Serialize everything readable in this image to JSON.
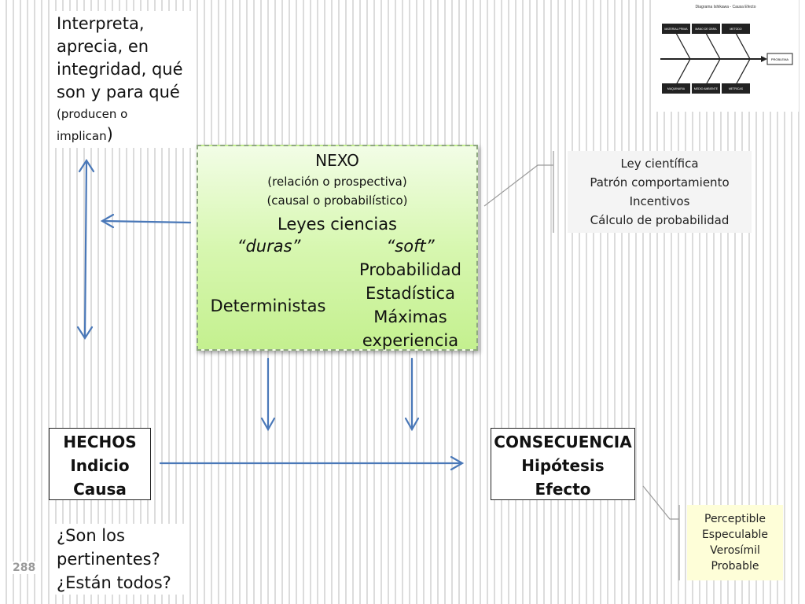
{
  "left_note": {
    "lines": [
      "Interpreta,",
      "aprecia, en",
      "integridad, qué",
      "son y para qué"
    ],
    "small_line1": "(producen o",
    "small_line2": "implican",
    "close_paren": ")"
  },
  "nexo": {
    "title": "NEXO",
    "sub1": "(relación o prospectiva)",
    "sub2": "(causal o probabilístico)",
    "laws": "Leyes ciencias",
    "hard": "“duras”",
    "soft": "“soft”",
    "deterministic": "Deterministas",
    "soft_items": [
      "Probabilidad",
      "Estadística",
      "Máximas",
      "experiencia"
    ]
  },
  "law_box": {
    "items": [
      "Ley científica",
      "Patrón comportamiento",
      "Incentivos",
      "Cálculo de probabilidad"
    ]
  },
  "hechos": {
    "lines": [
      "HECHOS",
      "Indicio",
      "Causa"
    ]
  },
  "consecuencia": {
    "lines": [
      "CONSECUENCIA",
      "Hipótesis",
      "Efecto"
    ]
  },
  "questions": {
    "lines": [
      "¿Son los",
      "pertinentes?",
      "¿Están todos?"
    ]
  },
  "effect_box": {
    "items": [
      "Perceptible",
      "Especulable",
      "Verosímil",
      "Probable"
    ]
  },
  "slide_number": "288",
  "colors": {
    "arrow": "#4a78b8",
    "nexo_fill": "#c4f08f",
    "effect_fill": "#fefed8",
    "connector": "#9a9a9a"
  },
  "thumbnail": {
    "title": "Diagrama Ishikawa - Causa Efecto",
    "top_labels": [
      "MATERIAL PRIMA",
      "MANO DE OBRA",
      "METODO"
    ],
    "bottom_labels": [
      "MAQUINARIA",
      "MEDIO AMBIENTE",
      "METRICAS"
    ],
    "effect_label": "PROBLEMA"
  }
}
